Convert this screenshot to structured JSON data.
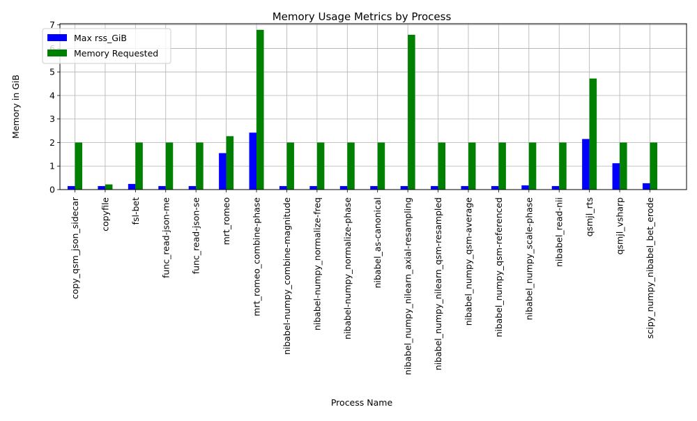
{
  "chart_data": {
    "type": "bar",
    "title": "Memory Usage Metrics by Process",
    "xlabel": "Process Name",
    "ylabel": "Memory in GiB",
    "ylim": [
      0,
      7.05
    ],
    "yticks": [
      0,
      1,
      2,
      3,
      4,
      5,
      6,
      7
    ],
    "grid": true,
    "legend_position": "top-left",
    "categories": [
      "copy_qsm_json_sidecar",
      "copyfile",
      "fsl-bet",
      "func_read-json-me",
      "func_read-json-se",
      "mrt_romeo",
      "mrt_romeo_combine-phase",
      "nibabel-numpy_combine-magnitude",
      "nibabel-numpy_normalize-freq",
      "nibabel-numpy_normalize-phase",
      "nibabel_as-canonical",
      "nibabel_numpy_nilearn_axial-resampling",
      "nibabel_numpy_nilearn_qsm-resampled",
      "nibabel_numpy_qsm-average",
      "nibabel_numpy_qsm-referenced",
      "nibabel_numpy_scale-phase",
      "nibabel_read-nii",
      "qsmjl_rts",
      "qsmjl_vsharp",
      "scipy_numpy_nibabel_bet_erode"
    ],
    "series": [
      {
        "name": "Max rss_GiB",
        "color": "#0000ff",
        "values": [
          0.15,
          0.15,
          0.24,
          0.15,
          0.15,
          1.55,
          2.42,
          0.15,
          0.15,
          0.15,
          0.15,
          0.15,
          0.15,
          0.15,
          0.15,
          0.18,
          0.15,
          2.15,
          1.12,
          0.27
        ]
      },
      {
        "name": "Memory Requested",
        "color": "#008000",
        "values": [
          2.0,
          0.22,
          2.0,
          2.0,
          2.0,
          2.27,
          6.79,
          2.0,
          2.0,
          2.0,
          2.0,
          6.58,
          2.0,
          2.0,
          2.0,
          2.0,
          2.0,
          4.72,
          2.0,
          2.0
        ]
      }
    ]
  }
}
